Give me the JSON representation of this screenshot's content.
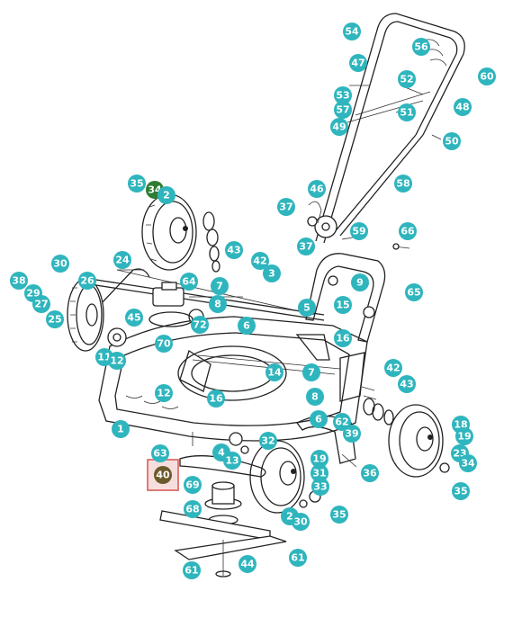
{
  "callouts": [
    {
      "id": "c54",
      "label": "54"
    },
    {
      "id": "c56",
      "label": "56"
    },
    {
      "id": "c47",
      "label": "47"
    },
    {
      "id": "c60",
      "label": "60"
    },
    {
      "id": "c52",
      "label": "52"
    },
    {
      "id": "c53",
      "label": "53"
    },
    {
      "id": "c57",
      "label": "57"
    },
    {
      "id": "c51",
      "label": "51"
    },
    {
      "id": "c48",
      "label": "48"
    },
    {
      "id": "c49",
      "label": "49"
    },
    {
      "id": "c50",
      "label": "50"
    },
    {
      "id": "c58",
      "label": "58"
    },
    {
      "id": "c35a",
      "label": "35"
    },
    {
      "id": "c34a",
      "label": "34",
      "variant": "green"
    },
    {
      "id": "c2",
      "label": "2"
    },
    {
      "id": "c46",
      "label": "46"
    },
    {
      "id": "c37a",
      "label": "37"
    },
    {
      "id": "c37b",
      "label": "37"
    },
    {
      "id": "c59",
      "label": "59"
    },
    {
      "id": "c66",
      "label": "66"
    },
    {
      "id": "c43a",
      "label": "43"
    },
    {
      "id": "c42a",
      "label": "42"
    },
    {
      "id": "c3",
      "label": "3"
    },
    {
      "id": "c24",
      "label": "24"
    },
    {
      "id": "c30a",
      "label": "30"
    },
    {
      "id": "c38",
      "label": "38"
    },
    {
      "id": "c29",
      "label": "29"
    },
    {
      "id": "c27",
      "label": "27"
    },
    {
      "id": "c26",
      "label": "26"
    },
    {
      "id": "c25",
      "label": "25"
    },
    {
      "id": "c64",
      "label": "64"
    },
    {
      "id": "c7a",
      "label": "7"
    },
    {
      "id": "c8a",
      "label": "8"
    },
    {
      "id": "c9",
      "label": "9"
    },
    {
      "id": "c65",
      "label": "65"
    },
    {
      "id": "c5",
      "label": "5"
    },
    {
      "id": "c15",
      "label": "15"
    },
    {
      "id": "c45",
      "label": "45"
    },
    {
      "id": "c72",
      "label": "72"
    },
    {
      "id": "c6a",
      "label": "6"
    },
    {
      "id": "c70",
      "label": "70"
    },
    {
      "id": "c16a",
      "label": "16"
    },
    {
      "id": "c11",
      "label": "11"
    },
    {
      "id": "c12a",
      "label": "12"
    },
    {
      "id": "c14",
      "label": "14"
    },
    {
      "id": "c7b",
      "label": "7"
    },
    {
      "id": "c42b",
      "label": "42"
    },
    {
      "id": "c12b",
      "label": "12"
    },
    {
      "id": "c16b",
      "label": "16"
    },
    {
      "id": "c8b",
      "label": "8"
    },
    {
      "id": "c43b",
      "label": "43"
    },
    {
      "id": "c1",
      "label": "1"
    },
    {
      "id": "c6b",
      "label": "6"
    },
    {
      "id": "c62",
      "label": "62"
    },
    {
      "id": "c39",
      "label": "39"
    },
    {
      "id": "c18",
      "label": "18"
    },
    {
      "id": "c19a",
      "label": "19"
    },
    {
      "id": "c63",
      "label": "63"
    },
    {
      "id": "c4",
      "label": "4"
    },
    {
      "id": "c32",
      "label": "32"
    },
    {
      "id": "c13",
      "label": "13"
    },
    {
      "id": "c40",
      "label": "40",
      "variant": "olive"
    },
    {
      "id": "c19b",
      "label": "19"
    },
    {
      "id": "c31",
      "label": "31"
    },
    {
      "id": "c36",
      "label": "36"
    },
    {
      "id": "c23",
      "label": "23"
    },
    {
      "id": "c34b",
      "label": "34"
    },
    {
      "id": "c69",
      "label": "69"
    },
    {
      "id": "c33",
      "label": "33"
    },
    {
      "id": "c35b",
      "label": "35"
    },
    {
      "id": "c68",
      "label": "68"
    },
    {
      "id": "c2b",
      "label": "2"
    },
    {
      "id": "c30b",
      "label": "30"
    },
    {
      "id": "c35c",
      "label": "35"
    },
    {
      "id": "c61a",
      "label": "61"
    },
    {
      "id": "c44",
      "label": "44"
    },
    {
      "id": "c61b",
      "label": "61"
    }
  ],
  "colors": {
    "callout": "#2fb5bd",
    "highlight_border": "#d9534f",
    "highlight_fill": "#f7dede"
  }
}
